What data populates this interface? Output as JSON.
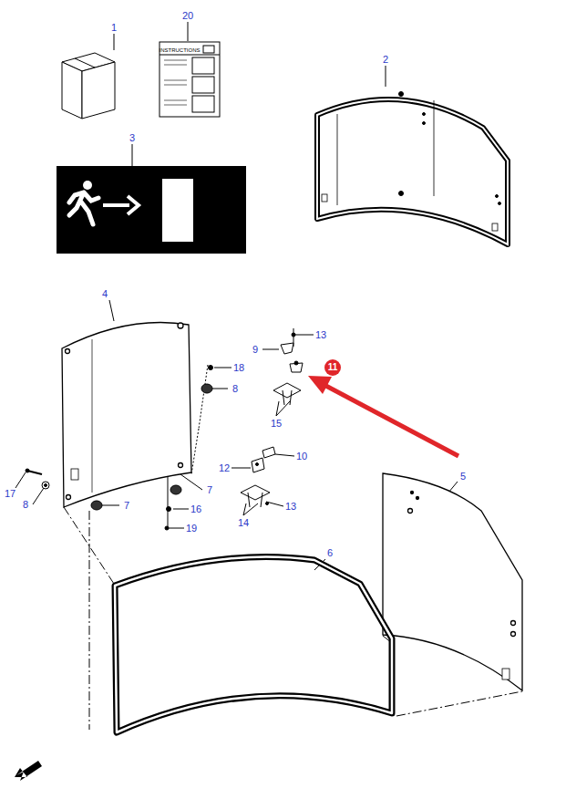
{
  "diagram": {
    "labels": [
      "1",
      "20",
      "INSTRUCTIONS",
      "2",
      "3",
      "4",
      "13",
      "9",
      "11",
      "18",
      "8",
      "15",
      "10",
      "12",
      "5",
      "17",
      "8",
      "7",
      "7",
      "16",
      "13",
      "14",
      "19",
      "6"
    ]
  }
}
